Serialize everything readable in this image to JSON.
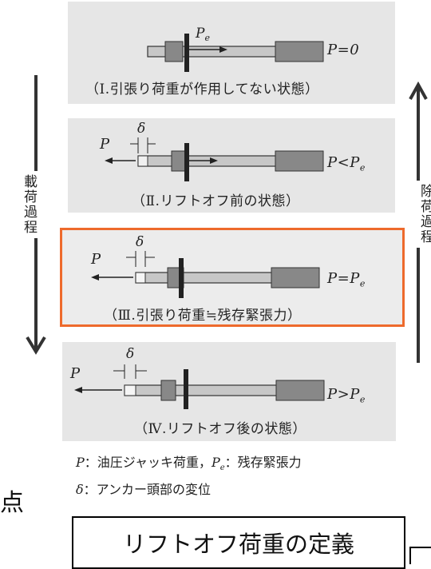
{
  "loading_process_label": "載荷過程",
  "unloading_process_label": "除荷過程",
  "panels": [
    {
      "caption": "（Ⅰ.引張り荷重が作用してない状態）",
      "condition": "P=0",
      "arrow_label": "P",
      "arrow_label_sub": "e"
    },
    {
      "caption": "（Ⅱ.リフトオフ前の状態）",
      "condition": "P<P",
      "condition_sub": "e",
      "force_label": "P",
      "delta_label": "δ"
    },
    {
      "caption": "（Ⅲ.引張り荷重≒残存緊張力）",
      "condition": "P=P",
      "condition_sub": "e",
      "force_label": "P",
      "delta_label": "δ"
    },
    {
      "caption": "（Ⅳ.リフトオフ後の状態）",
      "condition": "P>P",
      "condition_sub": "e",
      "force_label": "P",
      "delta_label": "δ"
    }
  ],
  "legend": {
    "line1_sym1": "P",
    "line1_text1": "：油圧ジャッキ荷重，",
    "line1_sym2": "P",
    "line1_sub2": "e",
    "line1_text2": "：残存緊張力",
    "line2_sym": "δ",
    "line2_text": "：アンカー頭部の変位"
  },
  "left_edge_char": "点",
  "definition_title": "リフトオフ荷重の定義",
  "colors": {
    "highlight": "#ee6a2c",
    "panel_bg": "#e6e6e6"
  }
}
